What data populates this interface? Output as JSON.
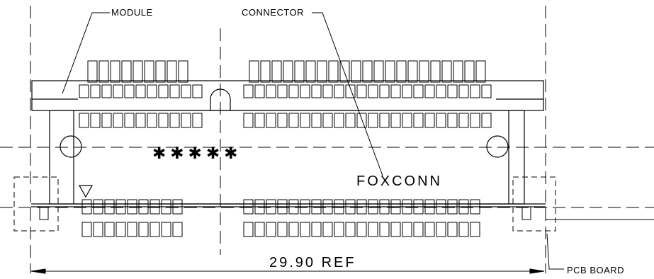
{
  "labels": {
    "module": "MODULE",
    "connector": "CONNECTOR",
    "dimension": "29.90 REF",
    "pcb_board": "PCB BOARD"
  },
  "marks": {
    "brand": "FOXCONN",
    "stars": "✱✱✱✱✱"
  },
  "colors": {
    "line": "#000000",
    "background": "#ffffff"
  }
}
